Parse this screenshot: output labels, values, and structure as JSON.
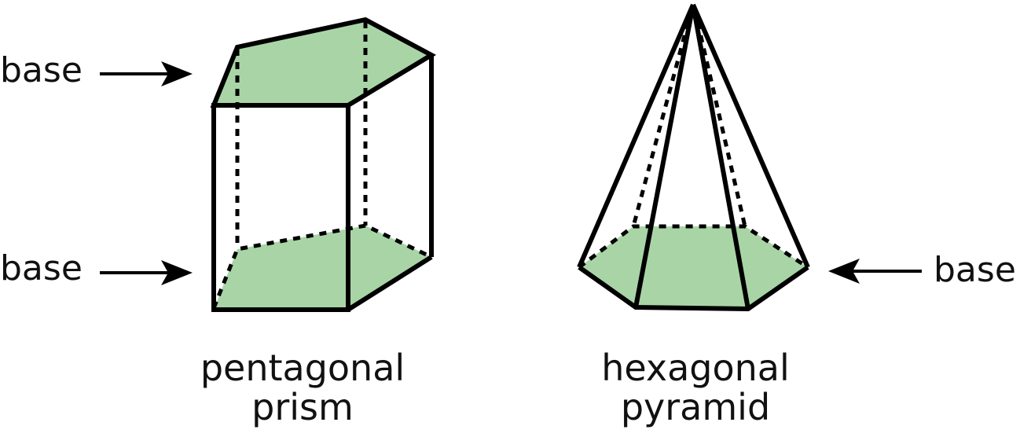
{
  "labels": {
    "prism_top_base": "base",
    "prism_bottom_base": "base",
    "pyramid_base": "base"
  },
  "captions": {
    "prism_line1": "pentagonal",
    "prism_line2": "prism",
    "pyramid_line1": "hexagonal",
    "pyramid_line2": "pyramid"
  },
  "colors": {
    "base_fill": "#a9d5a6",
    "stroke": "#000000"
  }
}
